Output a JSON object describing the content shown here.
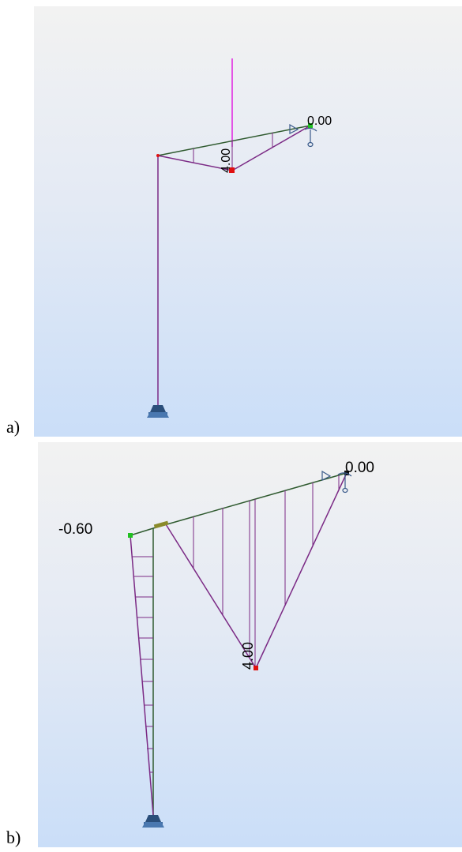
{
  "panels": {
    "a": {
      "caption": "a)",
      "label_end": "0.00",
      "label_apex": "4.00"
    },
    "b": {
      "caption": "b)",
      "label_left": "-0.60",
      "label_end": "0.00",
      "label_apex": "4.00"
    }
  },
  "colors": {
    "member": "#7b2a85",
    "beam": "#2f5a2f",
    "load": "#e020e0",
    "apex_node": "#e01010",
    "free_node": "#20c020",
    "end_node_b": "#101010",
    "support": "#2a4e7a",
    "roller": "#3a5a8a"
  }
}
